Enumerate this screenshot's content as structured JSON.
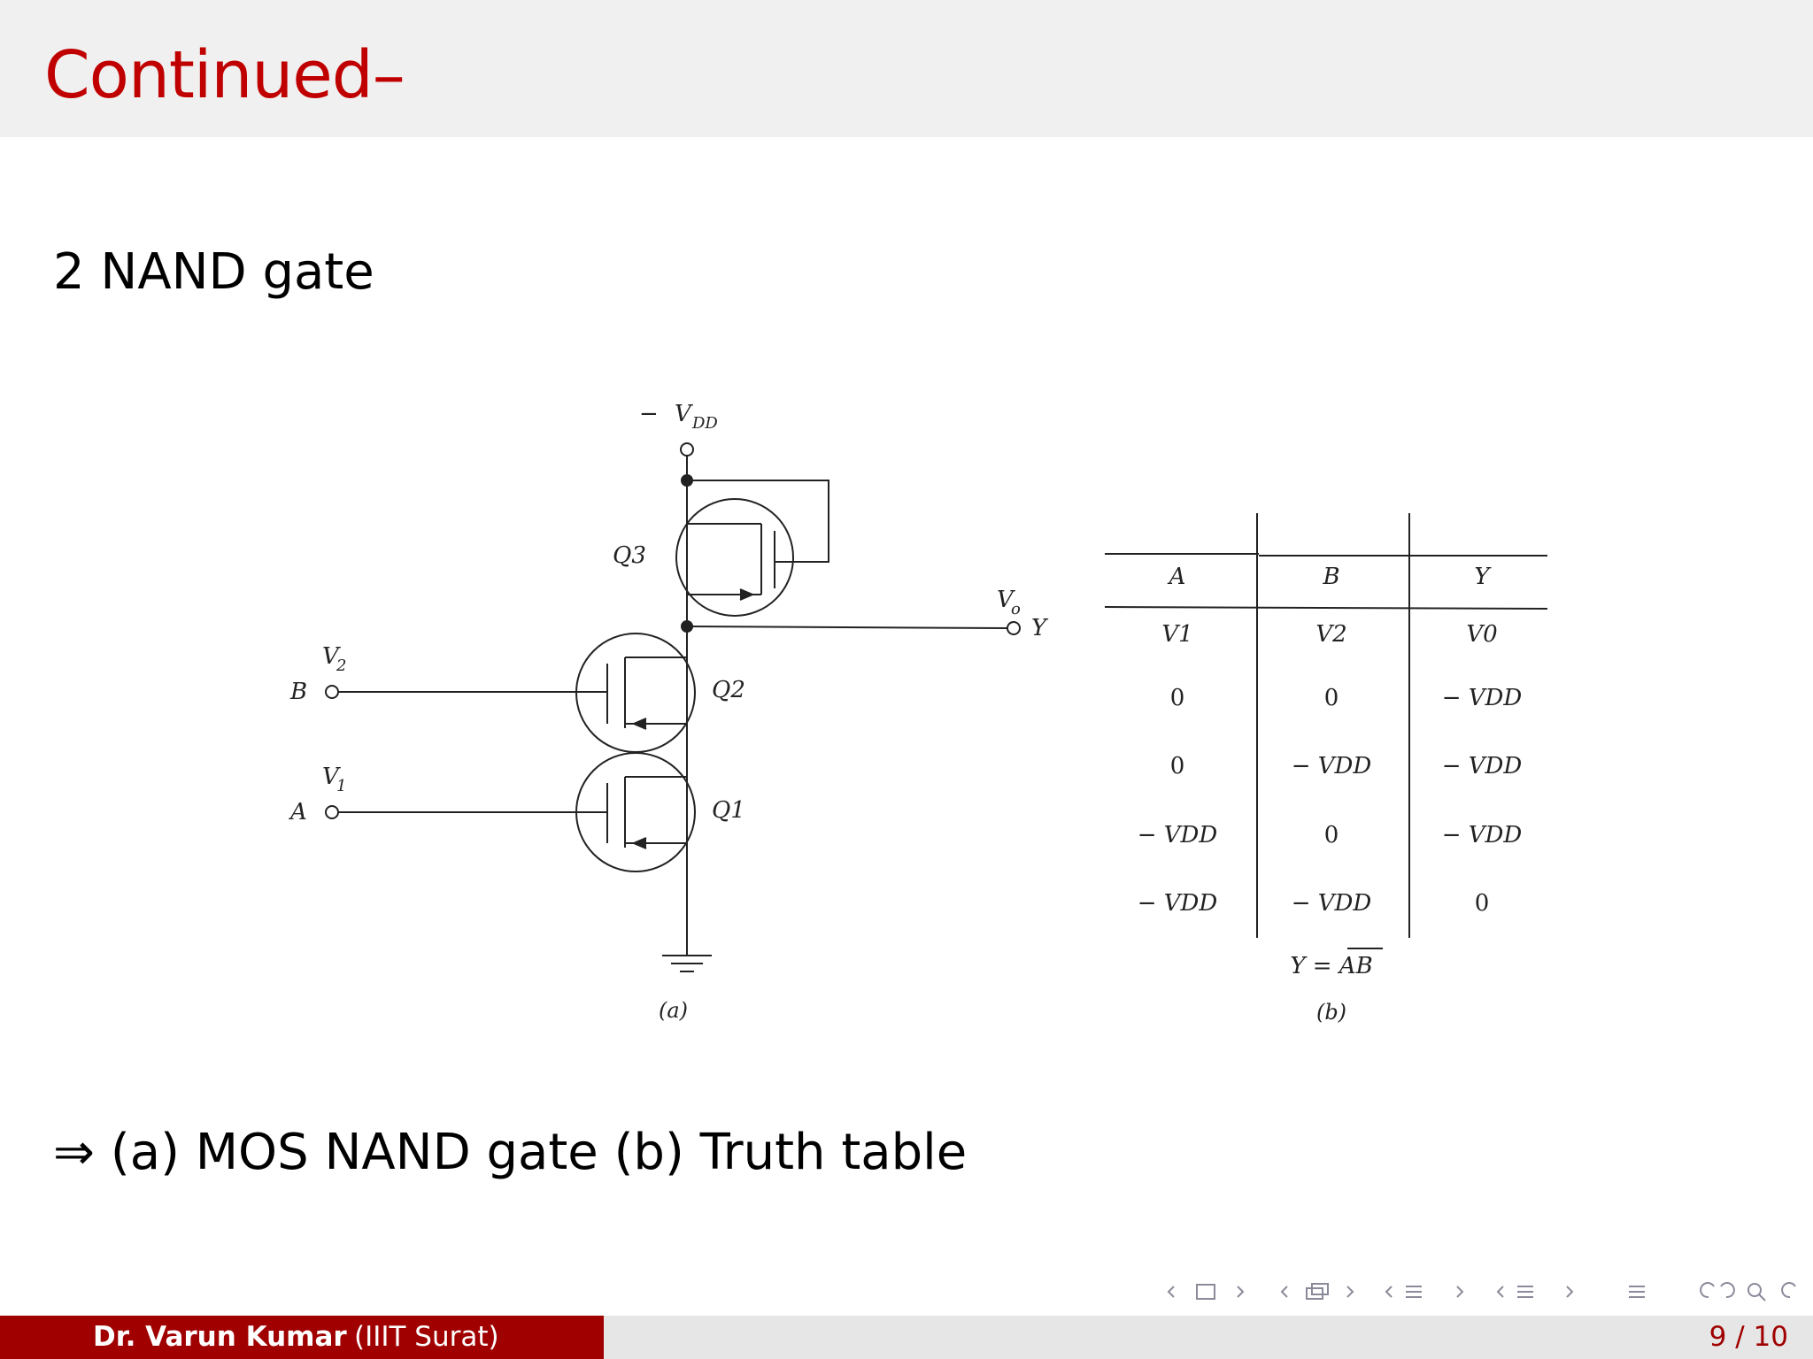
{
  "slide": {
    "title": "Continued–",
    "subtitle": "2 NAND gate",
    "caption_arrow": "⇒",
    "caption": "(a) MOS NAND gate (b) Truth table",
    "page": "9 / 10"
  },
  "footer": {
    "author": "Dr. Varun Kumar",
    "institute": "(IIIT Surat)"
  },
  "circuit": {
    "supply_label": "V",
    "supply_sub": "DD",
    "supply_sign": "−",
    "q3": "Q3",
    "q2": "Q2",
    "q1": "Q1",
    "out_v": "V",
    "out_sub": "o",
    "out_y": "Y",
    "in_b": "B",
    "in_b_v": "V",
    "in_b_sub": "2",
    "in_a": "A",
    "in_a_v": "V",
    "in_a_sub": "1",
    "fig_label": "(a)"
  },
  "truth_table": {
    "headers": [
      "A",
      "B",
      "Y"
    ],
    "voltages": [
      "V1",
      "V2",
      "V0"
    ],
    "rows": [
      [
        "0",
        "0",
        "− VDD"
      ],
      [
        "0",
        "− VDD",
        "− VDD"
      ],
      [
        "− VDD",
        "0",
        "− VDD"
      ],
      [
        "− VDD",
        "− VDD",
        "0"
      ]
    ],
    "equation": "Y = AB",
    "fig_label": "(b)"
  },
  "colors": {
    "title": "#c00000",
    "footer_bar": "#a00000",
    "header_bg": "#f0f0f0"
  }
}
